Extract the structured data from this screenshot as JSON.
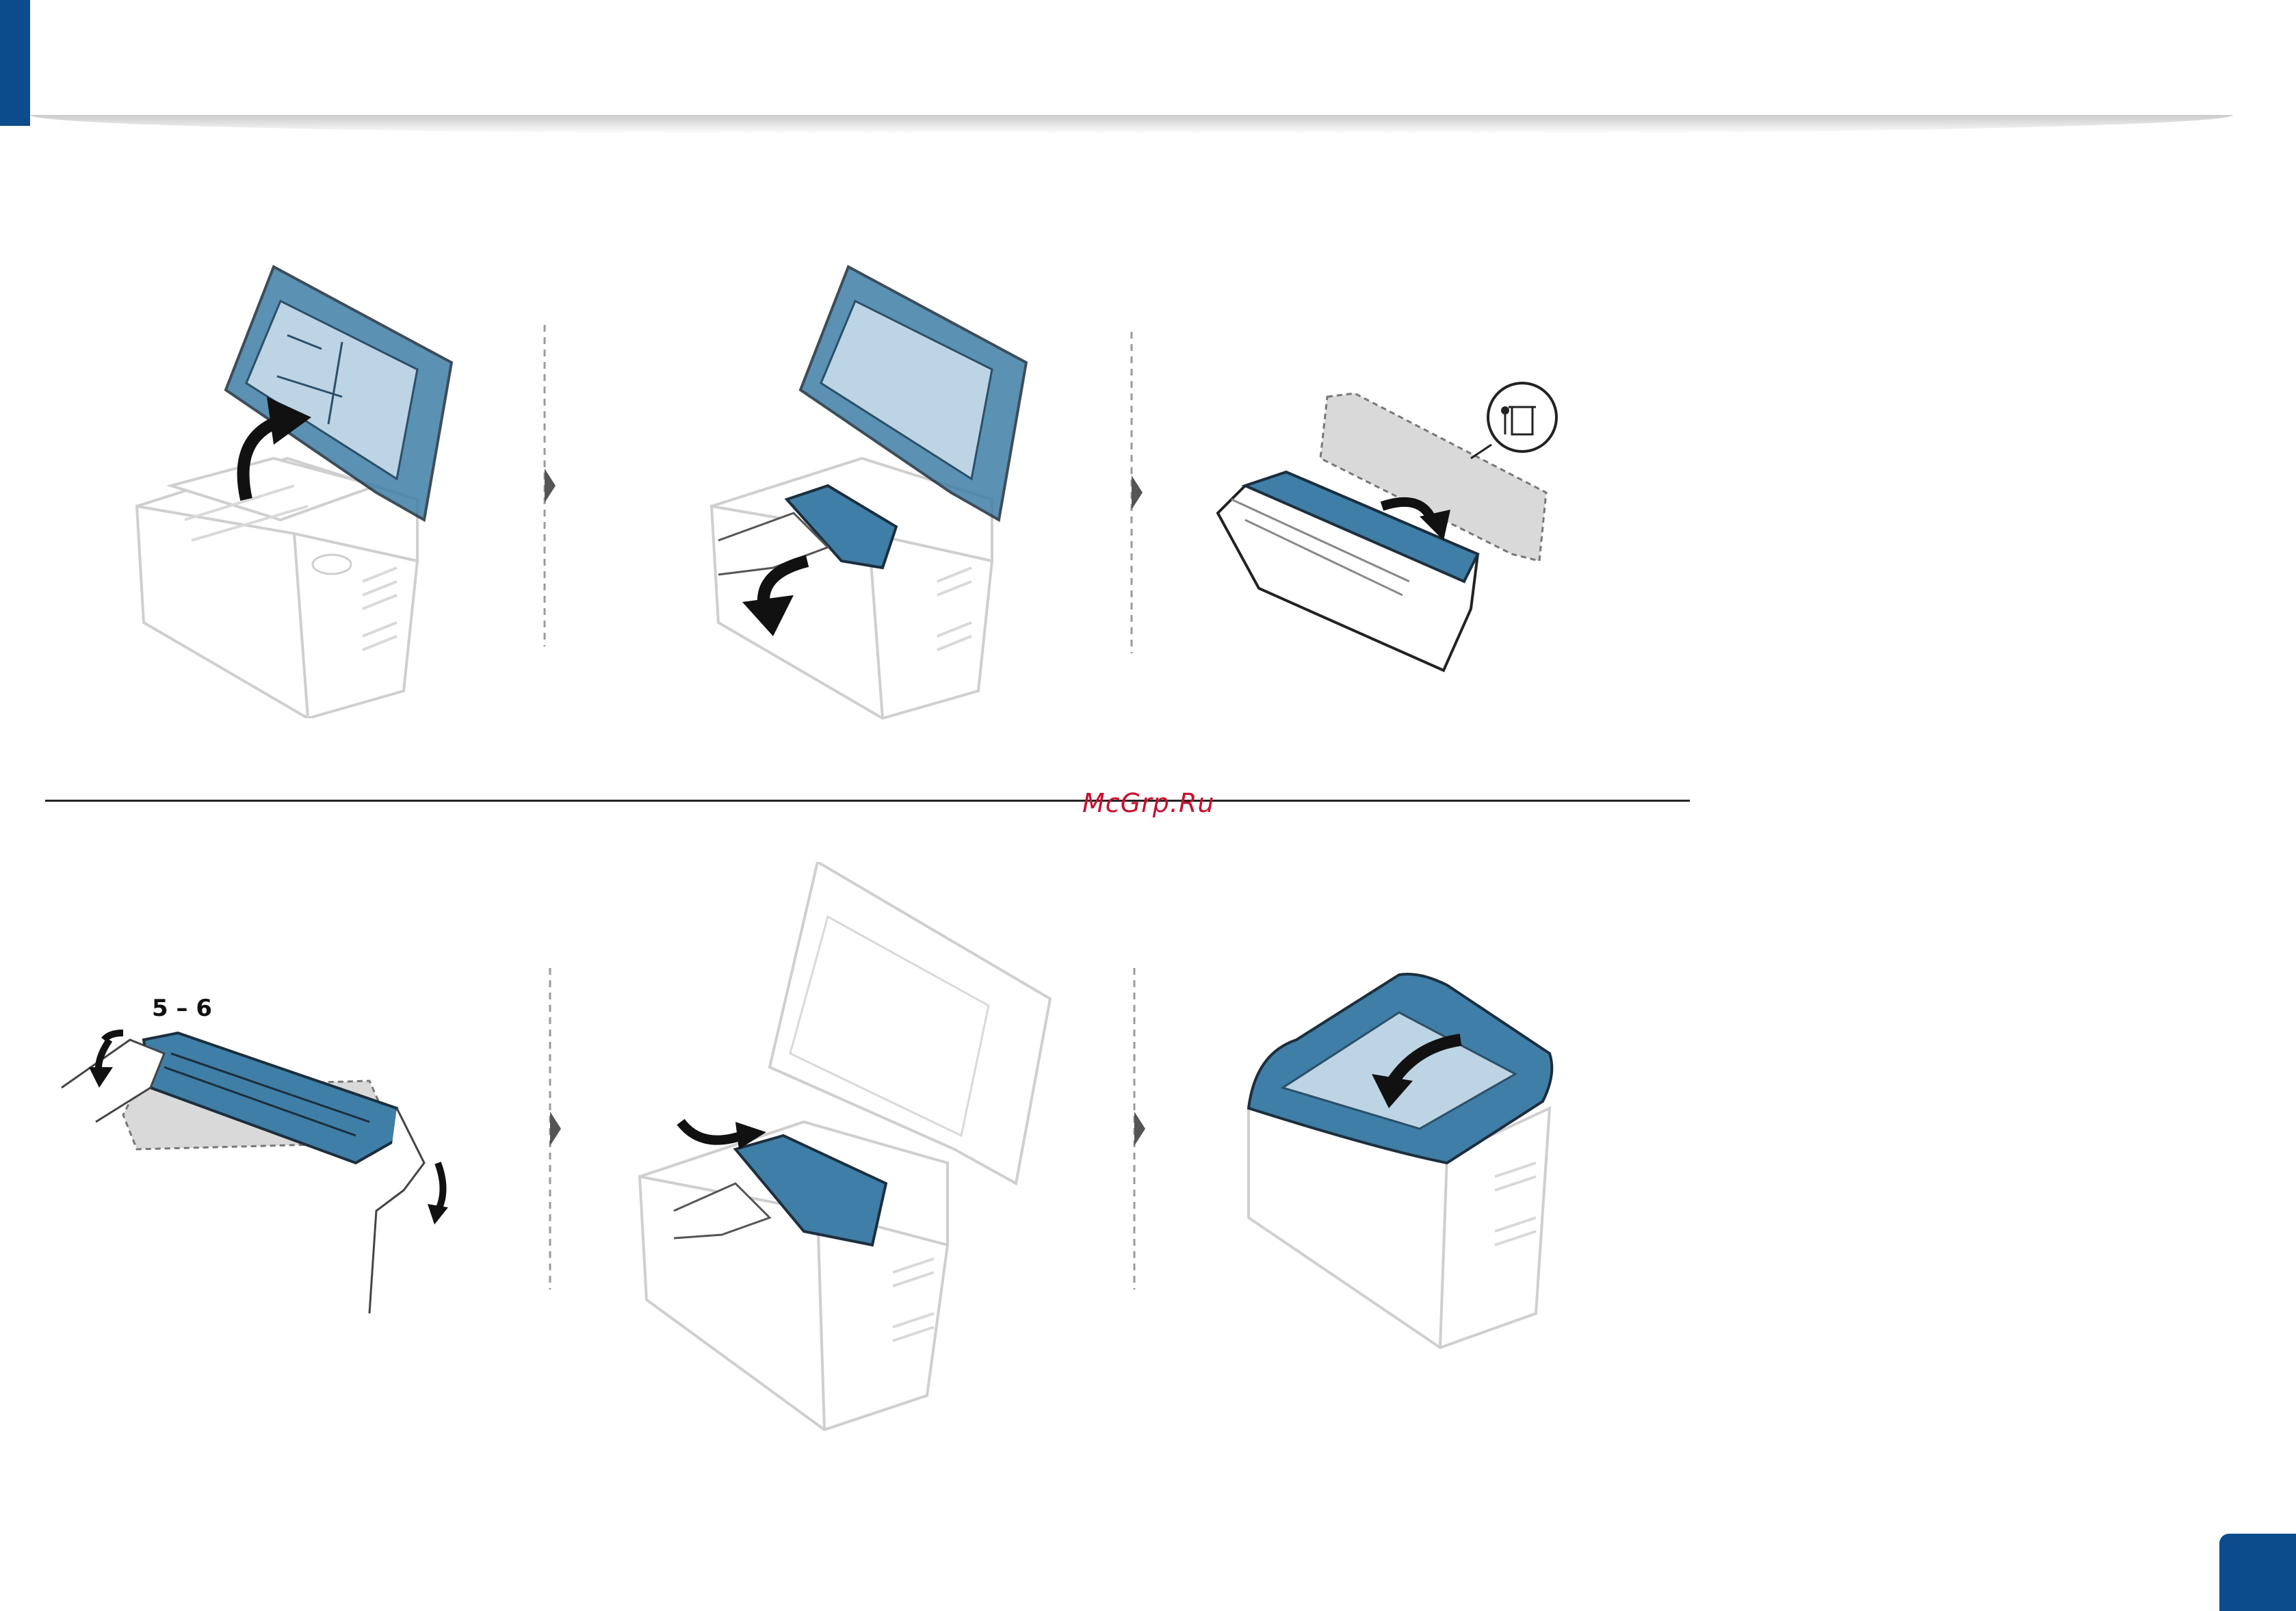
{
  "header": {
    "accent_color": "#0d4c8c"
  },
  "watermark": {
    "text": "McGrp.Ru",
    "color": "#c8102e"
  },
  "steps": [
    {
      "name": "open-top-cover",
      "icon": "printer-open-cover-illustration"
    },
    {
      "name": "remove-old-cartridge",
      "icon": "printer-remove-cartridge-illustration"
    },
    {
      "name": "unpack-new-cartridge",
      "icon": "cartridge-unpack-illustration",
      "badge_icon": "recycle-bin-icon"
    },
    {
      "name": "shake-cartridge",
      "icon": "cartridge-shake-illustration",
      "rotation_label": "5 – 6"
    },
    {
      "name": "insert-cartridge",
      "icon": "printer-insert-cartridge-illustration"
    },
    {
      "name": "close-top-cover",
      "icon": "printer-close-cover-illustration"
    }
  ],
  "colors": {
    "cover_blue": "#3f7ea6",
    "outline_gray": "#cfcfcf",
    "arrow_black": "#111111"
  },
  "page": {
    "number": ""
  }
}
